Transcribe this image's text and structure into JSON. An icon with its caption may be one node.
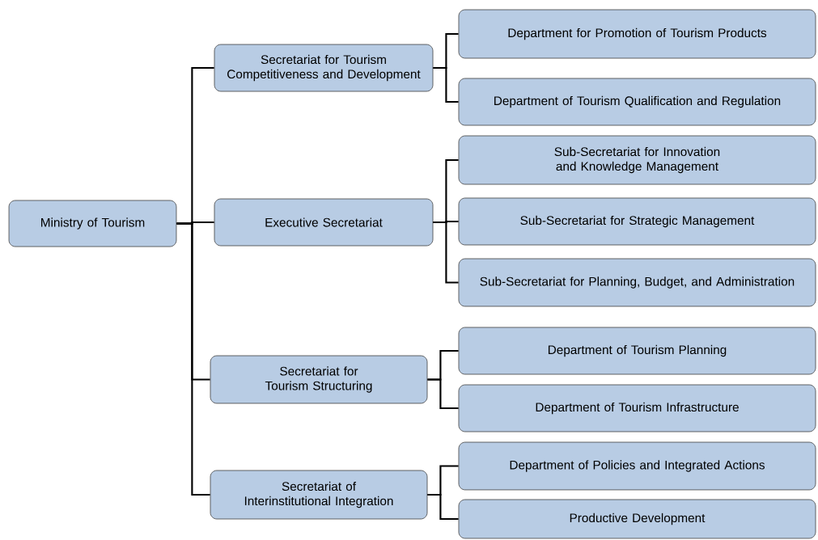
{
  "diagram": {
    "nodes": [
      {
        "text": [
          "Ministry of Tourism"
        ]
      },
      {
        "text": [
          "Secretariat for Tourism Competitiveness and Development"
        ]
      },
      {
        "text": [
          "Executive Secretariat"
        ]
      },
      {
        "text": [
          "Secretariat for Tourism Structuring"
        ]
      },
      {
        "text": [
          "Secretariat of Interinstitutional Integration"
        ]
      },
      {
        "text": [
          "Department for Promotion of Tourism Products"
        ]
      },
      {
        "text": [
          "Department of Tourism Qualification and Regulation"
        ]
      },
      {
        "text": [
          "Sub-Secretariat for Innovation and Knowledge Management"
        ]
      },
      {
        "text": [
          "Sub-Secretariat for Strategic Management"
        ]
      },
      {
        "text": [
          "Sub-Secretariat for Planning, Budget, and Administration"
        ]
      },
      {
        "text": [
          "Department of Tourism Planning"
        ]
      },
      {
        "text": [
          "Department of Tourism Infrastructure"
        ]
      },
      {
        "text": [
          "Department of Policies and Integrated Actions"
        ]
      },
      {
        "text": [
          "Productive Development"
        ]
      }
    ],
    "edges": [
      {
        "from": 0,
        "to": 1,
        "arrow": "none"
      },
      {
        "from": 0,
        "to": 2,
        "arrow": "none"
      },
      {
        "from": 0,
        "to": 3,
        "arrow": "none"
      },
      {
        "from": 0,
        "to": 4,
        "arrow": "none"
      },
      {
        "from": 1,
        "to": 5,
        "arrow": "none"
      },
      {
        "from": 1,
        "to": 6,
        "arrow": "none"
      },
      {
        "from": 2,
        "to": 7,
        "arrow": "none"
      },
      {
        "from": 2,
        "to": 8,
        "arrow": "none"
      },
      {
        "from": 2,
        "to": 9,
        "arrow": "none"
      },
      {
        "from": 3,
        "to": 10,
        "arrow": "none"
      },
      {
        "from": 3,
        "to": 11,
        "arrow": "none"
      },
      {
        "from": 4,
        "to": 12,
        "arrow": "none"
      },
      {
        "from": 4,
        "to": 13,
        "arrow": "none"
      }
    ]
  }
}
